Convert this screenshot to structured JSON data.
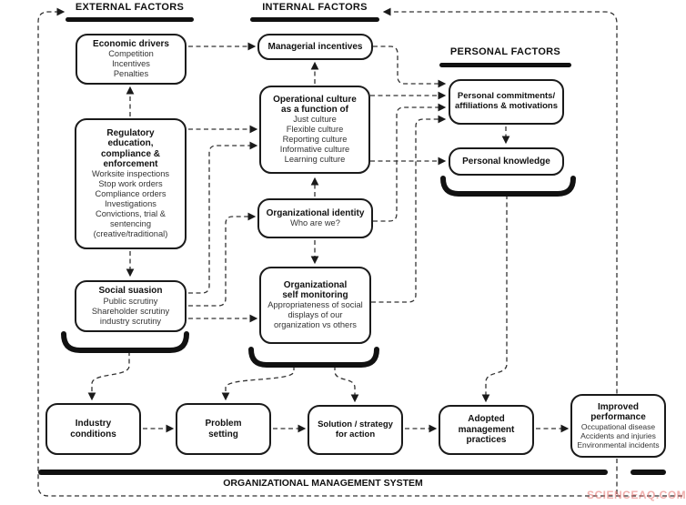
{
  "headers": {
    "external": "EXTERNAL FACTORS",
    "internal": "INTERNAL FACTORS",
    "personal": "PERSONAL FACTORS",
    "oms": "ORGANIZATIONAL MANAGEMENT SYSTEM"
  },
  "boxes": {
    "economic_drivers": {
      "title": "Economic drivers",
      "body": "Competition\nIncentives\nPenalties"
    },
    "managerial_incentives": {
      "title": "Managerial incentives",
      "body": ""
    },
    "regulatory": {
      "title": "Regulatory\neducation,\ncompliance &\nenforcement",
      "body": "Worksite inspections\nStop work orders\nCompliance orders\nInvestigations\nConvictions, trial &\nsentencing\n(creative/traditional)"
    },
    "operational_culture": {
      "title": "Operational culture\nas a function of",
      "body": "Just culture\nFlexible culture\nReporting culture\nInformative culture\nLearning culture"
    },
    "organizational_identity": {
      "title": "Organizational identity",
      "body": "Who are we?"
    },
    "self_monitoring": {
      "title": "Organizational\nself monitoring",
      "body": "Appropriateness of social\ndisplays of our\norganization vs others"
    },
    "social_suasion": {
      "title": "Social suasion",
      "body": "Public scrutiny\nShareholder scrutiny\nindustry scrutiny"
    },
    "personal_commitments": {
      "title": "Personal commitments/\naffiliations & motivations",
      "body": ""
    },
    "personal_knowledge": {
      "title": "Personal knowledge",
      "body": ""
    },
    "industry_conditions": {
      "title": "Industry\nconditions",
      "body": ""
    },
    "problem_setting": {
      "title": "Problem\nsetting",
      "body": ""
    },
    "solution_strategy": {
      "title": "Solution / strategy\nfor action",
      "body": ""
    },
    "adopted_practices": {
      "title": "Adopted\nmanagement\npractices",
      "body": ""
    },
    "improved_performance": {
      "title": "Improved\nperformance",
      "body": "Occupational disease\nAccidents and injuries\nEnvironmental incidents"
    }
  },
  "watermark": "SCIENCEAQ.COM",
  "colors": {
    "line": "#333333",
    "ink": "#111111",
    "watermark": "#e46c68"
  }
}
